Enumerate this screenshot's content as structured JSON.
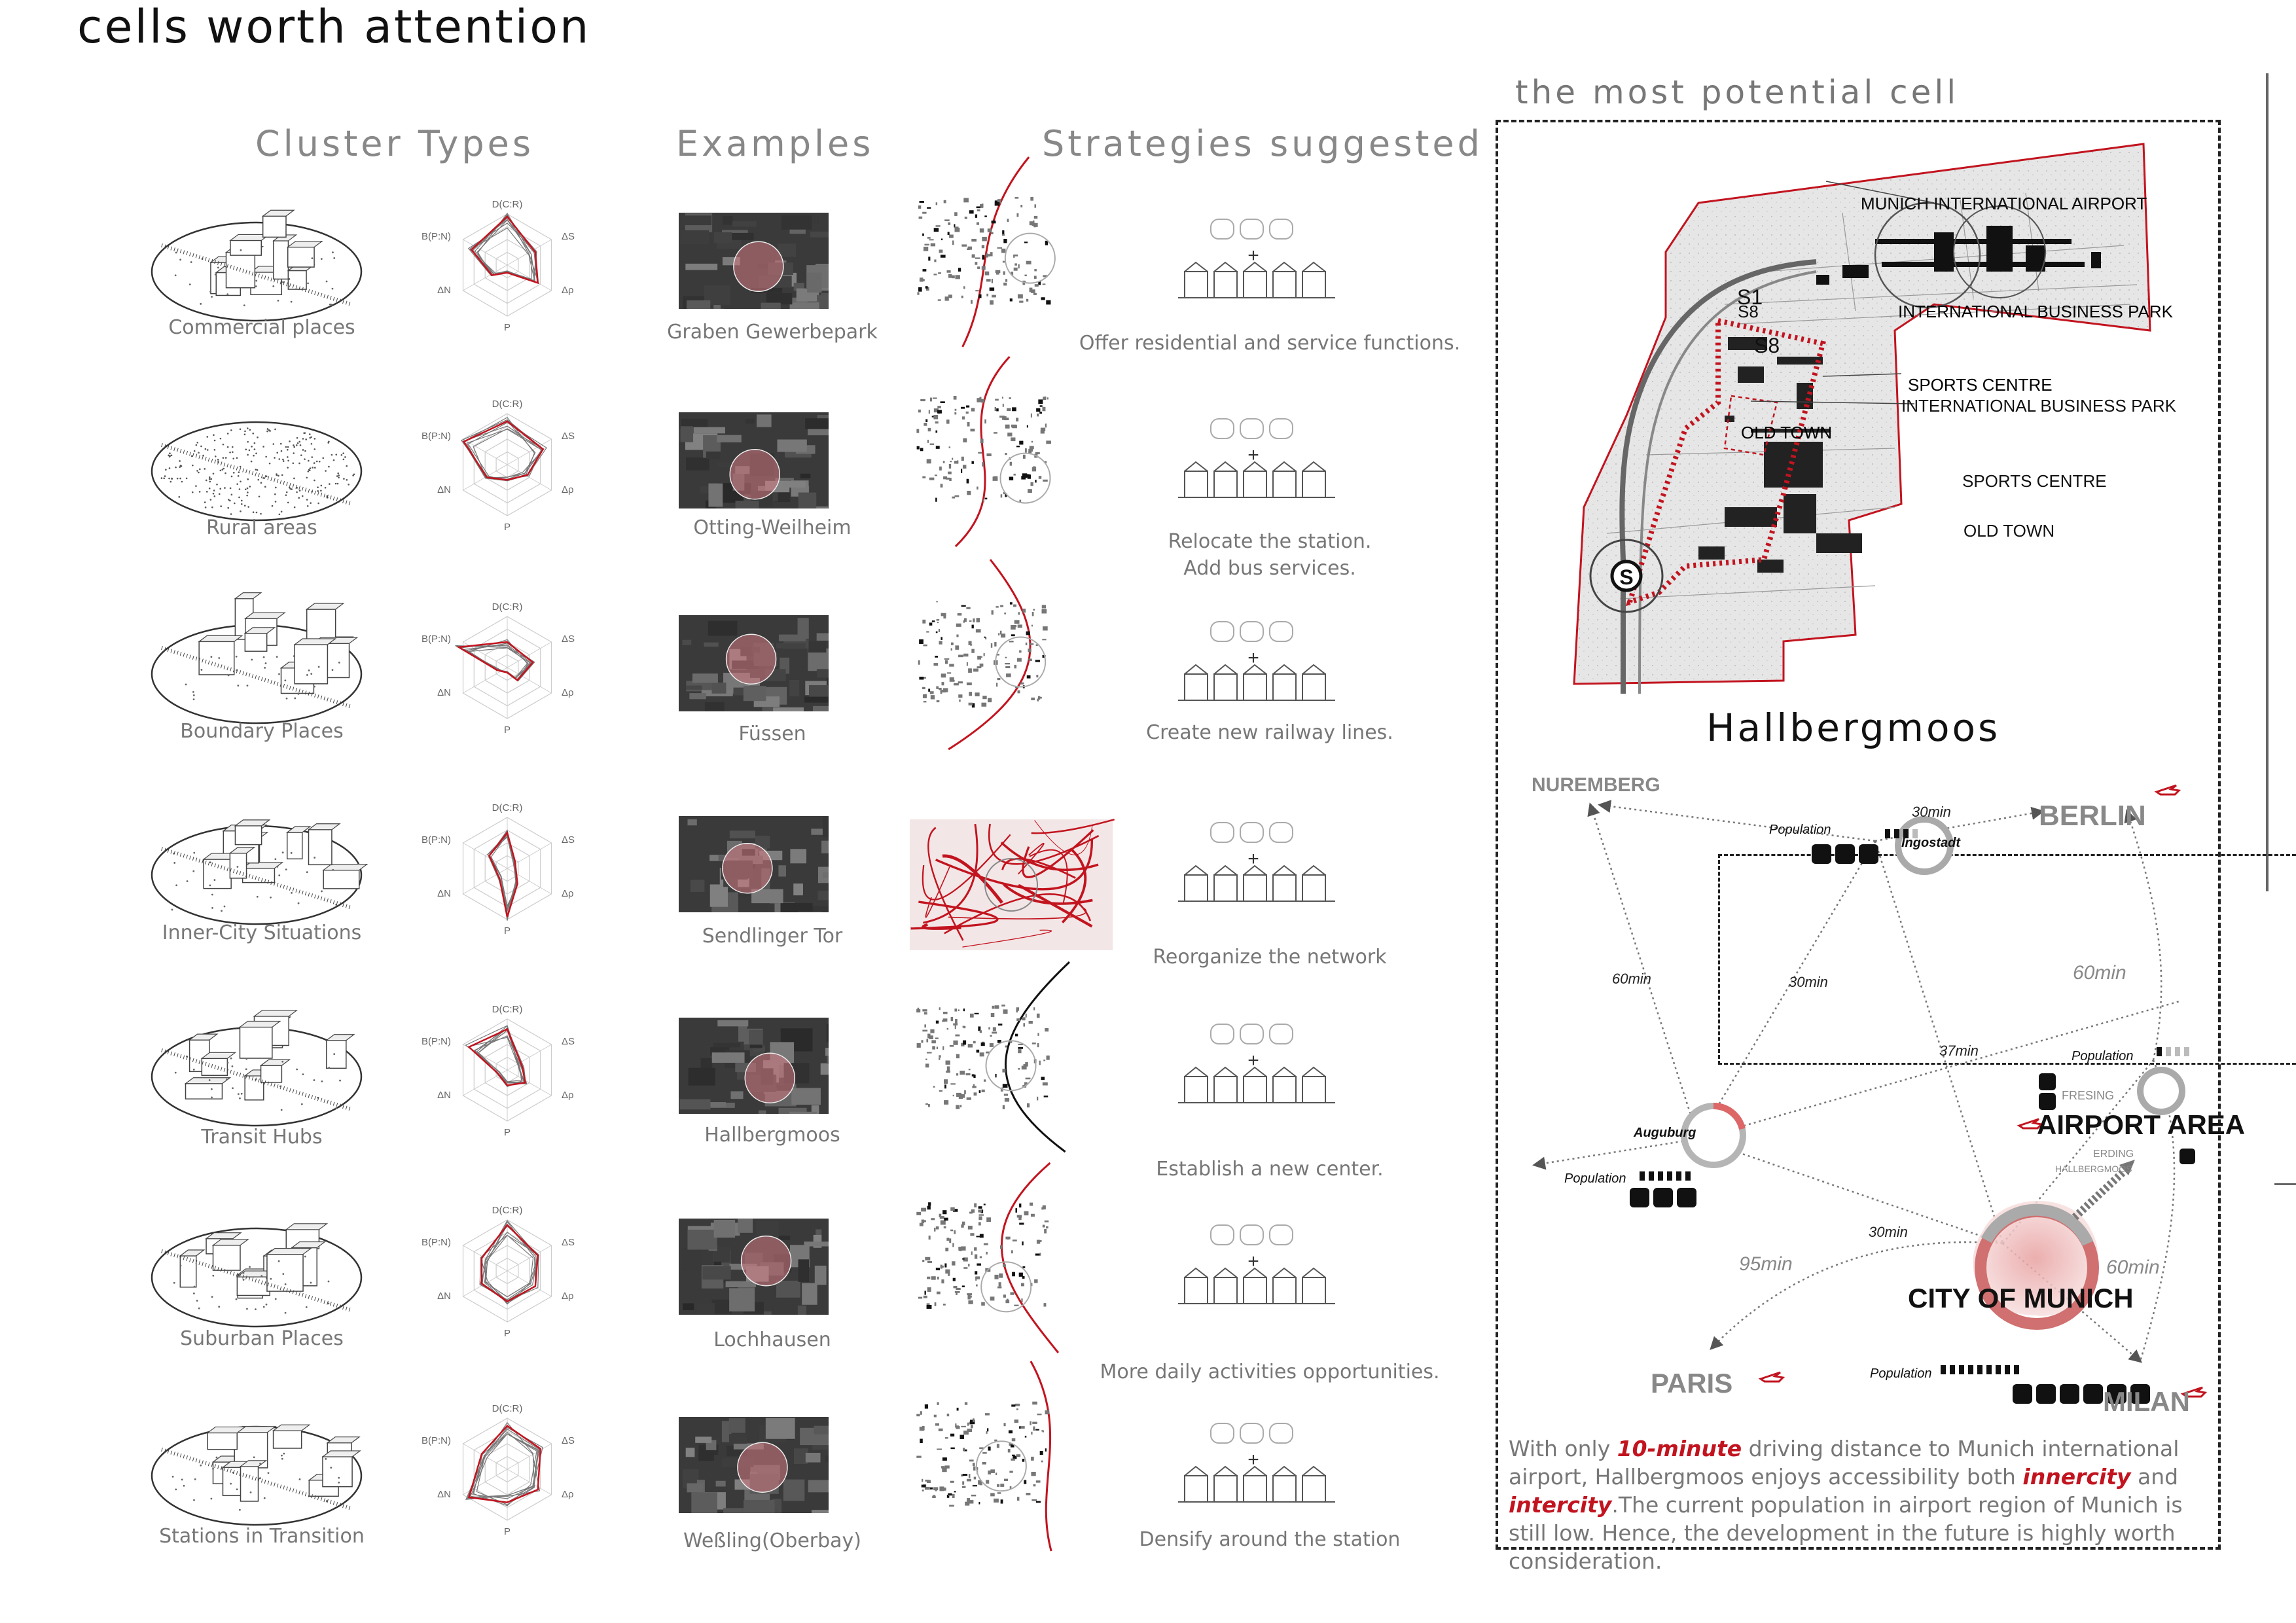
{
  "page": {
    "title": "cells worth attention",
    "columns": {
      "cluster_types": "Cluster Types",
      "examples": "Examples",
      "strategies": "Strategies suggested"
    }
  },
  "radar_axes": {
    "top": "D(C:R)",
    "top_right": "ΔS",
    "bottom_right": "Δρ",
    "bottom": "P",
    "bottom_left": "ΔN",
    "top_left": "B(P:N)"
  },
  "rows": [
    {
      "cluster": "Commercial places",
      "example": "Graben Gewerbepark",
      "strategy": [
        "Offer residential and service functions."
      ]
    },
    {
      "cluster": "Rural areas",
      "example": "Otting-Weilheim",
      "strategy": [
        "Relocate the station.",
        "Add bus services."
      ]
    },
    {
      "cluster": "Boundary Places",
      "example": "Füssen",
      "strategy": [
        "Create new railway lines."
      ]
    },
    {
      "cluster": "Inner-City Situations",
      "example": "Sendlinger Tor",
      "strategy": [
        "Reorganize the network"
      ]
    },
    {
      "cluster": "Transit Hubs",
      "example": "Hallbergmoos",
      "strategy": [
        "Establish a new center."
      ]
    },
    {
      "cluster": "Suburban Places",
      "example": "Lochhausen",
      "strategy": [
        "More daily activities opportunities."
      ]
    },
    {
      "cluster": "Stations in Transition",
      "example": "Weßling(Oberbay)",
      "strategy": [
        "Densify around the station"
      ]
    }
  ],
  "panel": {
    "title": "the most potential cell",
    "cell_name": "Hallbergmoos",
    "map_labels": {
      "airport": "MUNICH INTERNATIONAL AIRPORT",
      "s1": "S1",
      "s8": "S8",
      "business_park": "INTERNATIONAL BUSINESS PARK",
      "sports": "SPORTS CENTRE",
      "old_town": "OLD TOWN",
      "s_logo": "S"
    },
    "network": {
      "nuremberg": "NUREMBERG",
      "berlin": "BERLIN",
      "ingolstadt": "Ingostadt",
      "augsburg": "Auguburg",
      "airport_area": "AIRPORT AREA",
      "freising": "FRESING",
      "erding": "ERDING",
      "hallbergmoos": "HALLBERGMOOS",
      "munich": "CITY OF MUNICH",
      "paris": "PARIS",
      "milan": "MILAN",
      "population": "Population",
      "t_30_top": "30min",
      "t_60_left": "60min",
      "t_30_mid": "30min",
      "t_60_right": "60min",
      "t_37": "37min",
      "t_30_aug": "30min",
      "t_95": "95min",
      "t_60_milan": "60min"
    },
    "description": {
      "p1": "With only ",
      "h1": "10-minute",
      "p2": " driving distance to Munich international airport, Hallbergmoos enjoys accessibility both ",
      "h2": "innercity",
      "p3": " and ",
      "h3": "intercity",
      "p4": ".The current population in airport region of Munich is still low. Hence, the development in the future is highly worth consideration."
    }
  },
  "colors": {
    "accent_red": "#c2141f",
    "grey_text": "#888888",
    "dark": "#111111"
  }
}
